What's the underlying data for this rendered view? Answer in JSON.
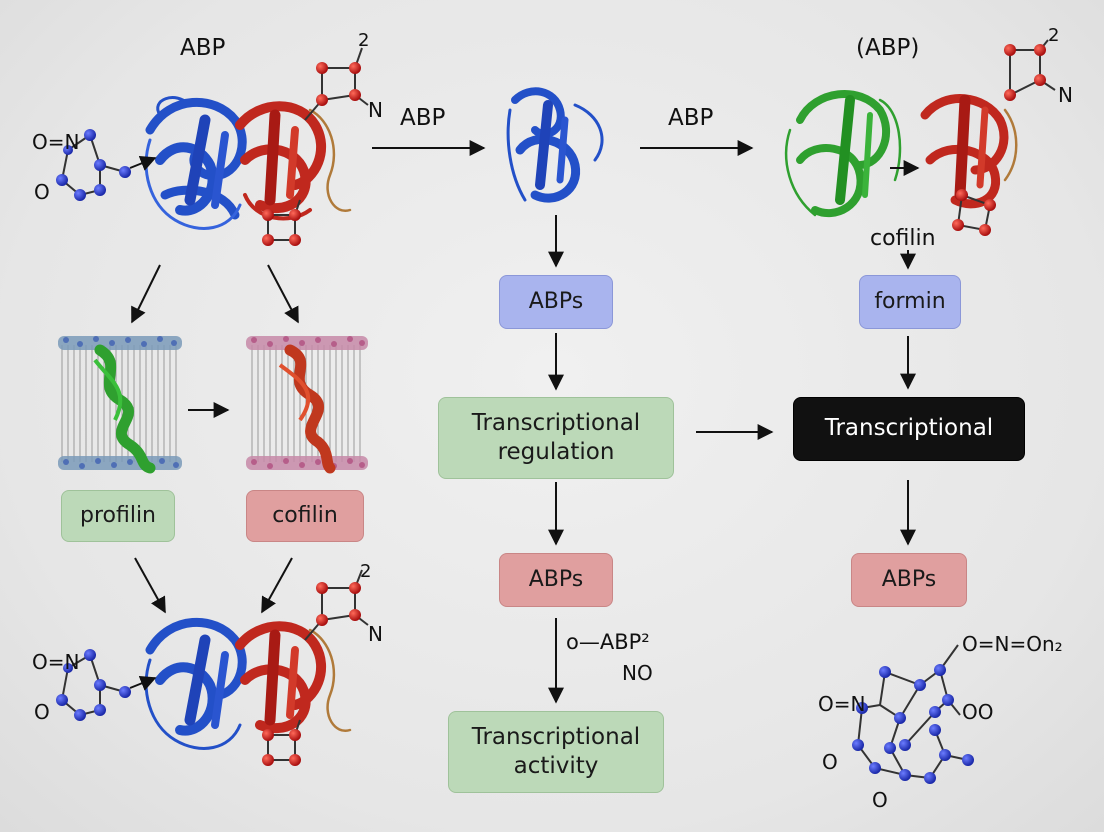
{
  "labels": {
    "top_left_title": "ABP",
    "top_right_title": "(ABP)",
    "arrow_label_1": "ABP",
    "arrow_label_2": "ABP",
    "cofilin_structure_label": "cofilin",
    "side_note_line1": "o—ABP²",
    "side_note_line2": "NO"
  },
  "boxes": {
    "abps_middle": "ABPs",
    "formin": "formin",
    "profilin": "profilin",
    "cofilin": "cofilin",
    "transcriptional_regulation_line1": "Transcriptional",
    "transcriptional_regulation_line2": "regulation",
    "transcriptional_dark": "Transcriptional",
    "abps_pink_middle": "ABPs",
    "abps_pink_right": "ABPs",
    "transcriptional_activity_line1": "Transcriptional",
    "transcriptional_activity_line2": "activity"
  },
  "chem_labels": {
    "o_n_top": "O=N",
    "o_top": "O",
    "two_top": "2",
    "n_top": "N",
    "two_right": "2",
    "n_right": "N",
    "o_n_bottom": "O=N",
    "o_bottom": "O",
    "two_bottom": "2",
    "n_bottom": "N",
    "o_n_on2": "O=N=On₂",
    "o_n_left": "O=N",
    "oo": "OO",
    "o_mid": "O",
    "o_low": "O"
  },
  "colors": {
    "protein_blue": "#2350c8",
    "protein_red": "#c0281e",
    "protein_green": "#2fa02f",
    "atom_blue": "#2436c9",
    "atom_red": "#d31414",
    "box_blue": "#a9b4ee",
    "box_green": "#bcd9b8",
    "box_pink": "#e09f9f",
    "box_dark": "#111111"
  }
}
